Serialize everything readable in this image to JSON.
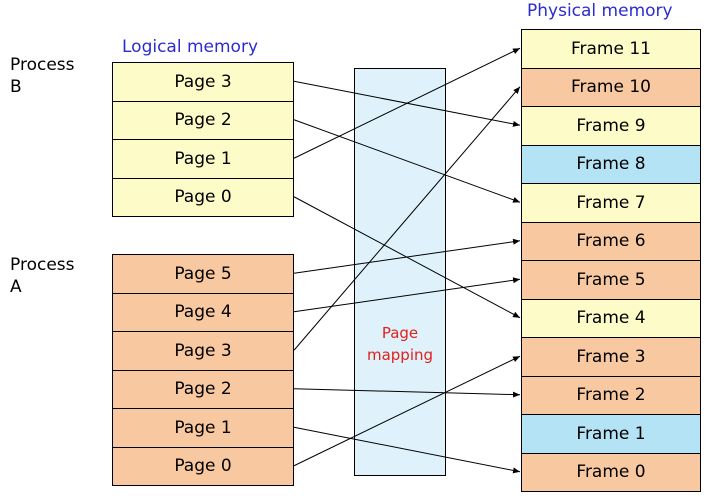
{
  "labels": {
    "process_b": "Process\nB",
    "process_a": "Process\nA",
    "logical_memory": "Logical memory",
    "physical_memory": "Physical memory",
    "page_mapping": "Page\nmapping"
  },
  "colors": {
    "process_b": "#fdfbc8",
    "process_a": "#f8c8a0",
    "free": "#b5e3f6",
    "title": "#2b2bd0",
    "mapping_text": "#e0201c"
  },
  "process_b_pages": [
    "Page 3",
    "Page 2",
    "Page 1",
    "Page 0"
  ],
  "process_a_pages": [
    "Page 5",
    "Page 4",
    "Page 3",
    "Page 2",
    "Page 1",
    "Page 0"
  ],
  "frames": [
    {
      "label": "Frame 11",
      "owner": "B"
    },
    {
      "label": "Frame 10",
      "owner": "A"
    },
    {
      "label": "Frame 9",
      "owner": "B"
    },
    {
      "label": "Frame 8",
      "owner": "free"
    },
    {
      "label": "Frame 7",
      "owner": "B"
    },
    {
      "label": "Frame 6",
      "owner": "A"
    },
    {
      "label": "Frame 5",
      "owner": "A"
    },
    {
      "label": "Frame 4",
      "owner": "B"
    },
    {
      "label": "Frame 3",
      "owner": "A"
    },
    {
      "label": "Frame 2",
      "owner": "A"
    },
    {
      "label": "Frame 1",
      "owner": "free"
    },
    {
      "label": "Frame 0",
      "owner": "A"
    }
  ],
  "mappings": [
    {
      "process": "B",
      "page": "Page 3",
      "frame": "Frame 9"
    },
    {
      "process": "B",
      "page": "Page 2",
      "frame": "Frame 7"
    },
    {
      "process": "B",
      "page": "Page 1",
      "frame": "Frame 11"
    },
    {
      "process": "B",
      "page": "Page 0",
      "frame": "Frame 4"
    },
    {
      "process": "A",
      "page": "Page 5",
      "frame": "Frame 6"
    },
    {
      "process": "A",
      "page": "Page 4",
      "frame": "Frame 5"
    },
    {
      "process": "A",
      "page": "Page 3",
      "frame": "Frame 10"
    },
    {
      "process": "A",
      "page": "Page 2",
      "frame": "Frame 2"
    },
    {
      "process": "A",
      "page": "Page 1",
      "frame": "Frame 0"
    },
    {
      "process": "A",
      "page": "Page 0",
      "frame": "Frame 3"
    }
  ]
}
